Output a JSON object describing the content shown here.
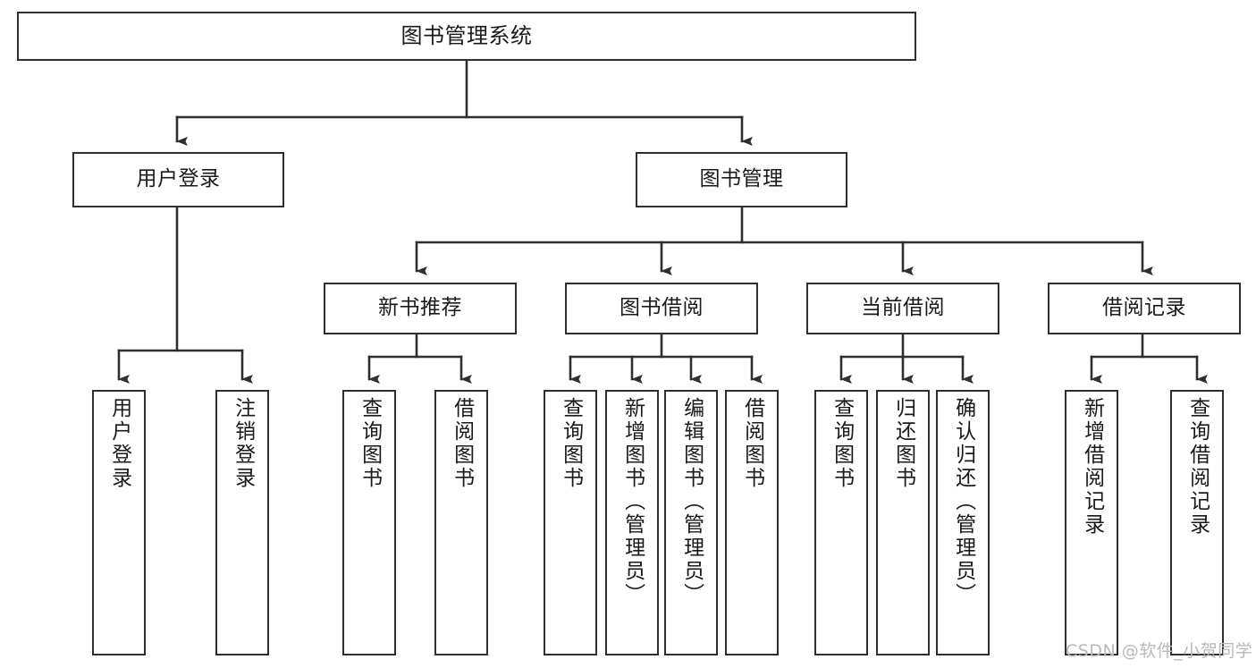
{
  "diagram": {
    "title": "图书管理系统",
    "type": "tree-hierarchy-chart",
    "nodes": {
      "root": {
        "label": "图书管理系统"
      },
      "level2": [
        {
          "id": "user-login",
          "label": "用户登录"
        },
        {
          "id": "book-management",
          "label": "图书管理"
        }
      ],
      "level3": [
        {
          "id": "new-book-recommend",
          "label": "新书推荐"
        },
        {
          "id": "book-borrow",
          "label": "图书借阅"
        },
        {
          "id": "current-borrow",
          "label": "当前借阅"
        },
        {
          "id": "borrow-record",
          "label": "借阅记录"
        }
      ],
      "leaves": [
        {
          "id": "leaf-user-login",
          "label": "用户登录"
        },
        {
          "id": "leaf-logout-login",
          "label": "注销登录"
        },
        {
          "id": "leaf-query-book-1",
          "label": "查询图书"
        },
        {
          "id": "leaf-borrow-book-1",
          "label": "借阅图书"
        },
        {
          "id": "leaf-query-book-2",
          "label": "查询图书"
        },
        {
          "id": "leaf-add-book-admin",
          "label": "新增图书（管理员）"
        },
        {
          "id": "leaf-edit-book-admin",
          "label": "编辑图书（管理员）"
        },
        {
          "id": "leaf-borrow-book-2",
          "label": "借阅图书"
        },
        {
          "id": "leaf-query-book-3",
          "label": "查询图书"
        },
        {
          "id": "leaf-return-book",
          "label": "归还图书"
        },
        {
          "id": "leaf-confirm-return-admin",
          "label": "确认归还（管理员）"
        },
        {
          "id": "leaf-add-borrow-record",
          "label": "新增借阅记录"
        },
        {
          "id": "leaf-query-borrow-record",
          "label": "查询借阅记录"
        }
      ]
    },
    "colors": {
      "stroke": "#2f2f2f",
      "fill": "#ffffff",
      "text": "#1a1a1a",
      "watermark": "#b9b9b9"
    }
  },
  "watermark": {
    "text": "CSDN @软件_小贺同学"
  }
}
